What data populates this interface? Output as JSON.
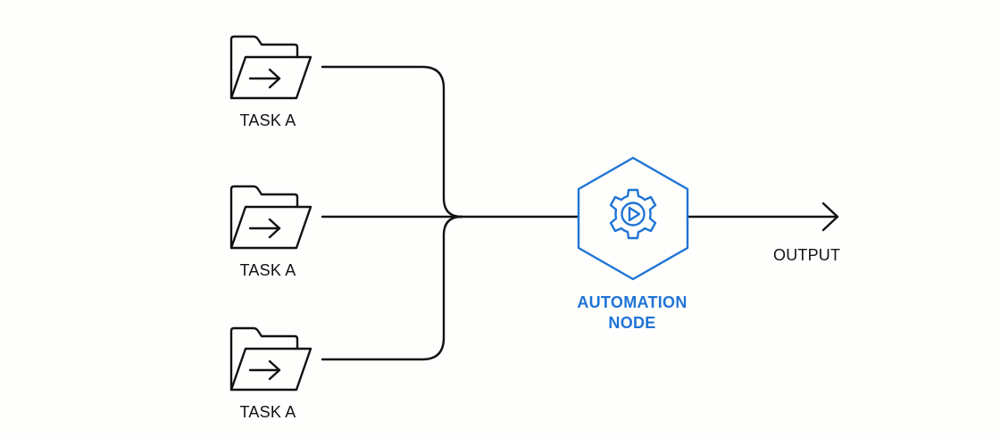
{
  "diagram": {
    "tasks": [
      {
        "label": "TASK A",
        "icon": "folder-arrow-icon"
      },
      {
        "label": "TASK A",
        "icon": "folder-arrow-icon"
      },
      {
        "label": "TASK A",
        "icon": "folder-arrow-icon"
      }
    ],
    "node": {
      "label_line1": "AUTOMATION",
      "label_line2": "NODE",
      "icon": "gear-play-icon",
      "color": "#1f74d6"
    },
    "output": {
      "label": "OUTPUT",
      "icon": "arrow-right-icon"
    },
    "line_color": "#111111",
    "background": "#fefefc"
  }
}
